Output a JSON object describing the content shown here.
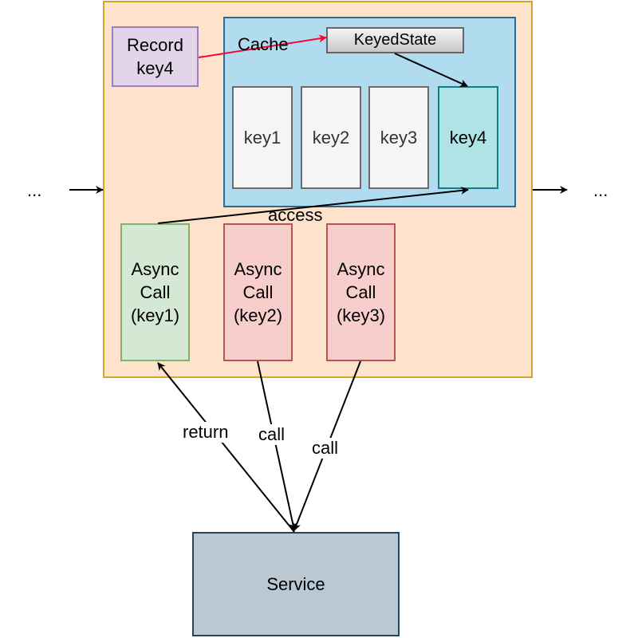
{
  "diagram": {
    "record": "Record\nkey4",
    "cache_label": "Cache",
    "keyed_state": "KeyedState",
    "keys": [
      "key1",
      "key2",
      "key3",
      "key4"
    ],
    "async_calls": [
      "Async\nCall\n(key1)",
      "Async\nCall\n(key2)",
      "Async\nCall\n(key3)"
    ],
    "service": "Service",
    "left_ellipsis": "...",
    "right_ellipsis": "...",
    "edge_labels": {
      "access": "access",
      "return": "return",
      "call_1": "call",
      "call_2": "call"
    },
    "colors": {
      "outer_fill": "#fde3cc",
      "cache_fill": "#b1dcef",
      "record_fill": "#e2d5ea",
      "key4_fill": "#b0e3e6",
      "async_ok_fill": "#d5e8d4",
      "async_pending_fill": "#f8cecc",
      "service_fill": "#bac8d3",
      "record_arrow": "#ff0033"
    }
  }
}
